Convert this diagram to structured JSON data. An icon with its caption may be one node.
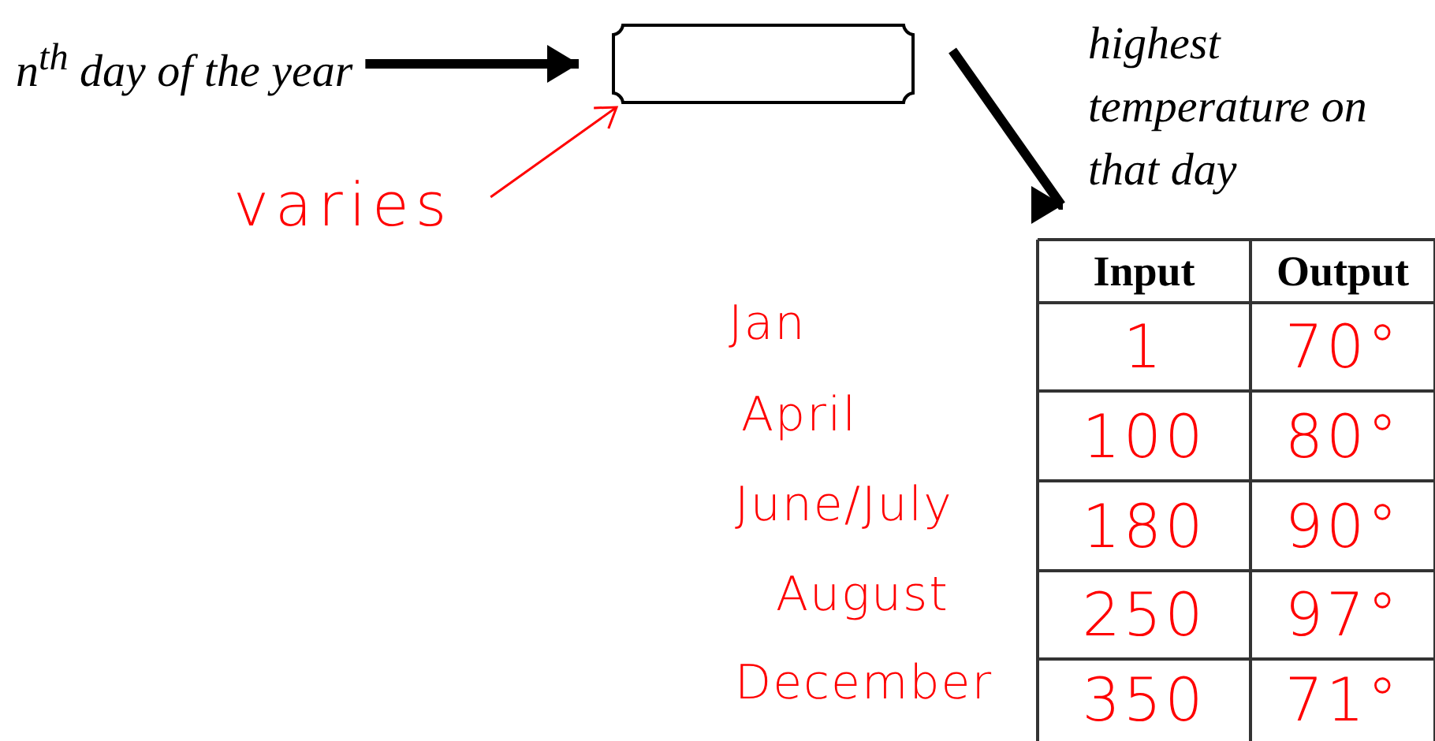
{
  "diagram": {
    "nodes": [
      {
        "text": [
          "n$^{th}$ day of the year"
        ]
      },
      {
        "text": [],
        "shape": "box"
      },
      {
        "text": [
          "highest temperature on that day"
        ]
      },
      {
        "text": [
          "varies"
        ]
      }
    ],
    "edges": [
      {
        "from": 0,
        "to": 1,
        "arrow": "to"
      },
      {
        "from": 1,
        "to": 2,
        "arrow": "to"
      },
      {
        "from": 3,
        "to": 1,
        "arrow": "to",
        "color": "#ff0000"
      }
    ],
    "labels": [
      "Input",
      "Output",
      "Jan",
      "1",
      "70°",
      "April",
      "100",
      "80°",
      "June/July",
      "180",
      "90°",
      "August",
      "250",
      "97°",
      "December",
      "350",
      "71°"
    ]
  }
}
